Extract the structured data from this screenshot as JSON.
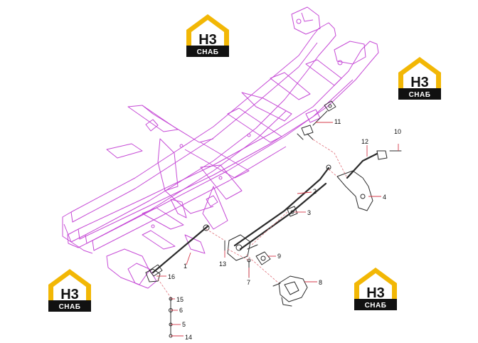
{
  "colors": {
    "frame": "#c64bd6",
    "parts": "#2b2b2b",
    "callout": "#d63a4a",
    "logo_yellow": "#f2b705",
    "logo_black": "#111111"
  },
  "logo": {
    "top_text": "H3",
    "bottom_text": "СНАБ"
  },
  "callouts": [
    {
      "id": "c1",
      "label": "1"
    },
    {
      "id": "c2",
      "label": "2"
    },
    {
      "id": "c3",
      "label": "3"
    },
    {
      "id": "c4",
      "label": "4"
    },
    {
      "id": "c5",
      "label": "5"
    },
    {
      "id": "c6",
      "label": "6"
    },
    {
      "id": "c7",
      "label": "7"
    },
    {
      "id": "c8",
      "label": "8"
    },
    {
      "id": "c9",
      "label": "9"
    },
    {
      "id": "c10",
      "label": "10"
    },
    {
      "id": "c11",
      "label": "11"
    },
    {
      "id": "c12",
      "label": "12"
    },
    {
      "id": "c13",
      "label": "13"
    },
    {
      "id": "c14",
      "label": "14"
    },
    {
      "id": "c15",
      "label": "15"
    },
    {
      "id": "c16",
      "label": "16"
    }
  ]
}
